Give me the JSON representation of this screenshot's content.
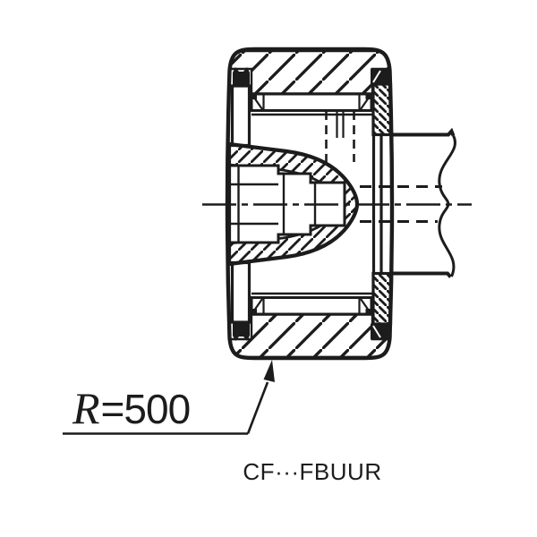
{
  "drawing": {
    "caption": "CF···FBUUR",
    "radius_label": {
      "symbol": "R",
      "operator_value": "=500"
    },
    "colors": {
      "ink": "#1c1c1c",
      "background": "#ffffff"
    }
  }
}
